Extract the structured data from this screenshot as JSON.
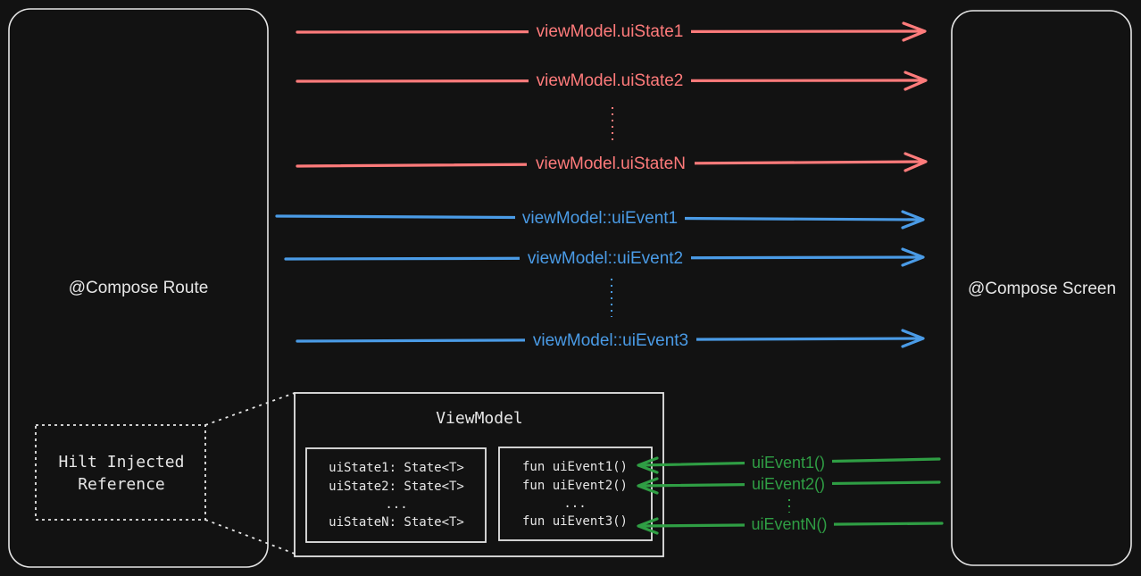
{
  "colors": {
    "background": "#121212",
    "stroke": "#e6e6e6",
    "state": "#ff7b7b",
    "event": "#4a9be6",
    "callback": "#2f9e44"
  },
  "route": {
    "label": "@Compose Route"
  },
  "screen": {
    "label": "@Compose Screen"
  },
  "hilt": {
    "line1": "Hilt Injected",
    "line2": "Reference"
  },
  "viewmodel": {
    "title": "ViewModel",
    "states": [
      "uiState1: State<T>",
      "uiState2: State<T>",
      "...",
      "uiStateN: State<T>"
    ],
    "functions": [
      "fun uiEvent1()",
      "fun uiEvent2()",
      "...",
      "fun uiEvent3()"
    ]
  },
  "state_arrows": [
    "viewModel.uiState1",
    "viewModel.uiState2",
    "viewModel.uiStateN"
  ],
  "event_arrows": [
    "viewModel::uiEvent1",
    "viewModel::uiEvent2",
    "viewModel::uiEvent3"
  ],
  "callback_arrows": [
    "uiEvent1()",
    "uiEvent2()",
    "uiEventN()"
  ]
}
